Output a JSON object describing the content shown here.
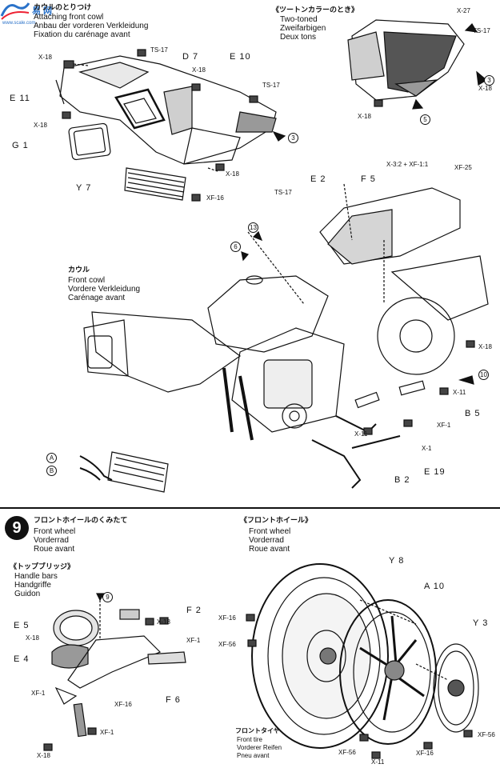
{
  "watermark": {
    "text": "易 网",
    "sub": "www.scale.com"
  },
  "section1": {
    "title_jp": "カウルのとりつけ",
    "title_en": "Attaching front cowl",
    "title_de": "Anbau der vorderen Verkleidung",
    "title_fr": "Fixation du carénage avant"
  },
  "twotone": {
    "jp": "《ツートンカラーのとき》",
    "en": "Two-toned",
    "de": "Zweifarbigen",
    "fr": "Deux tons"
  },
  "cowl_note": {
    "jp": "カウル",
    "en": "Front cowl",
    "de": "Vordere Verkleidung",
    "fr": "Carénage avant"
  },
  "labels_top": {
    "x18_a": "X-18",
    "ts17_a": "TS-17",
    "d7": "D 7",
    "e10": "E 10",
    "x18_b": "X-18",
    "ts17_b": "TS-17",
    "e11": "E 11",
    "x18_c": "X-18",
    "g1": "G 1",
    "x18_d": "X-18",
    "y7": "Y 7",
    "xf16_a": "XF-16",
    "x27": "X-27",
    "ts17_c": "TS-17",
    "x18_e": "X-18",
    "x18_f": "X-18",
    "ref3": "3",
    "ref5": "5",
    "ref3b": "3"
  },
  "labels_mid": {
    "x32": "X-3:2 + XF-1:1",
    "xf25": "XF-25",
    "ts17_d": "TS-17",
    "e2": "E 2",
    "f5": "F 5",
    "ref13": "13",
    "ref6": "6",
    "x18_g": "X-18",
    "ref10": "10",
    "x11_a": "X-11",
    "xf1_a": "XF-1",
    "b5": "B 5",
    "x11_b": "X-11",
    "x1": "X-1",
    "e19": "E 19",
    "b2": "B 2",
    "refA": "A",
    "refB": "B"
  },
  "section9": {
    "number": "9",
    "title_jp": "フロントホイールのくみたて",
    "title_en": "Front wheel",
    "title_de": "Vorderrad",
    "title_fr": "Roue avant"
  },
  "handle": {
    "jp": "《トップブリッジ》",
    "en": "Handle bars",
    "de": "Handgriffe",
    "fr": "Guidon"
  },
  "frontwheel": {
    "jp": "《フロントホイール》",
    "en": "Front wheel",
    "de": "Vorderrad",
    "fr": "Roue avant"
  },
  "tire": {
    "jp": "フロントタイヤ",
    "en": "Front tire",
    "de": "Vorderer Reifen",
    "fr": "Pneu avant"
  },
  "labels_bottom": {
    "ref9": "9",
    "e5": "E 5",
    "x18_h": "X-18",
    "e4": "E 4",
    "f2": "F 2",
    "x18_i": "X-18",
    "xf1_b": "XF-1",
    "xf1_c": "XF-1",
    "xf16_b": "XF-16",
    "f6": "F 6",
    "xf1_d": "XF-1",
    "x18_j": "X-18",
    "y8": "Y 8",
    "a10": "A 10",
    "y3": "Y 3",
    "xf16_c": "XF-16",
    "xf56_a": "XF-56",
    "xf56_b": "XF-56",
    "x11_c": "X-11",
    "xf16_d": "XF-16",
    "xf56_c": "XF-56"
  }
}
